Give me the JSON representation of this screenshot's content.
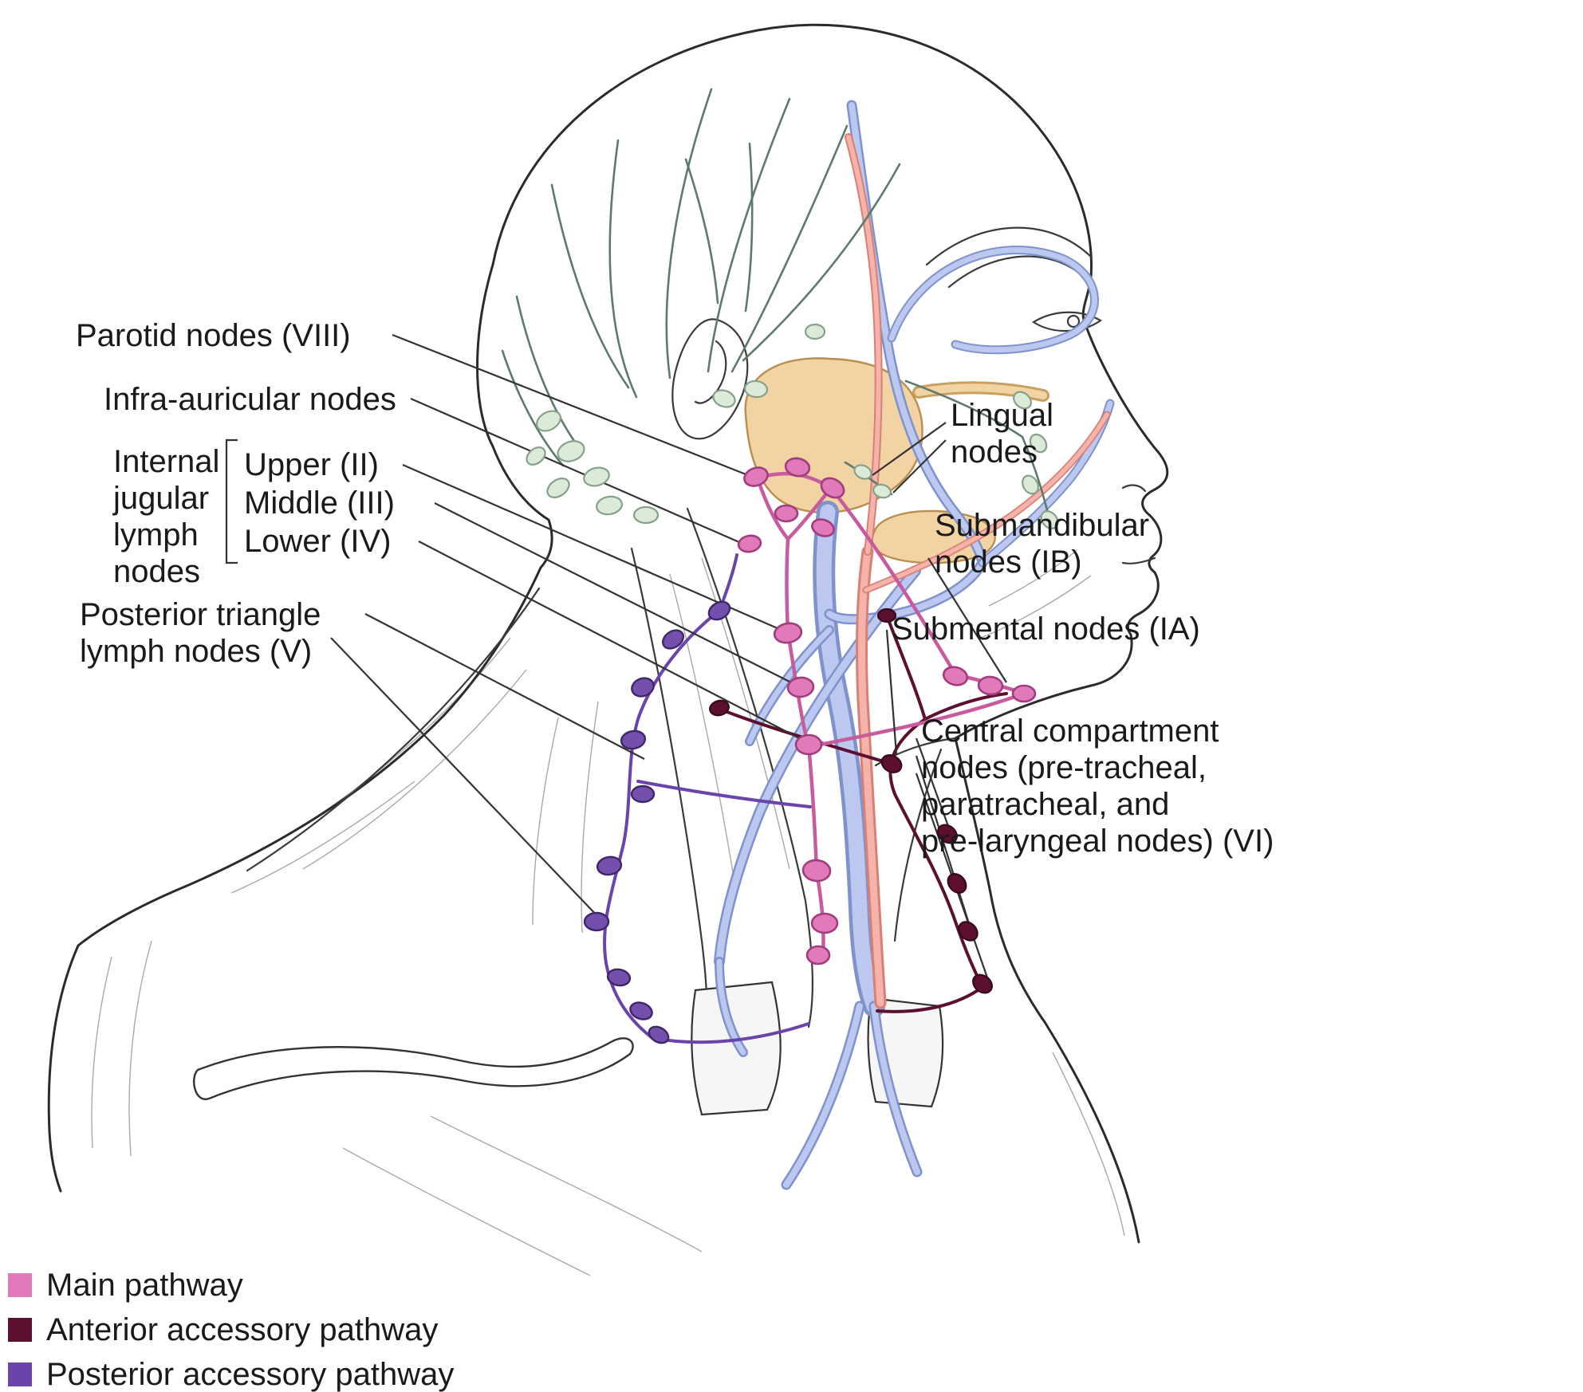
{
  "labels": {
    "parotid": "Parotid nodes (VIII)",
    "infra_auricular": "Infra-auricular nodes",
    "internal_jugular": {
      "group_lines": [
        "Internal",
        "jugular",
        "lymph",
        "nodes"
      ],
      "items": [
        "Upper (II)",
        "Middle (III)",
        "Lower (IV)"
      ]
    },
    "posterior_triangle": [
      "Posterior triangle",
      "lymph nodes (V)"
    ],
    "lingual": [
      "Lingual",
      "nodes"
    ],
    "submandibular": [
      "Submandibular",
      "nodes (IB)"
    ],
    "submental": "Submental nodes (IA)",
    "central_compartment": [
      "Central compartment",
      "nodes (pre-tracheal,",
      "paratracheal, and",
      "pre-laryngeal nodes) (VI)"
    ]
  },
  "legend": {
    "items": [
      {
        "label": "Main pathway",
        "color": "#e07ab8"
      },
      {
        "label": "Anterior accessory pathway",
        "color": "#5c0f2f"
      },
      {
        "label": "Posterior accessory pathway",
        "color": "#6b44ab"
      }
    ]
  },
  "colors": {
    "main_pathway": "#e07ab8",
    "anterior_accessory_pathway": "#5c0f2f",
    "posterior_accessory_pathway": "#6b44ab",
    "lymph_node_green": "#dcead8",
    "parotid_gland_tan": "#f2d4a4",
    "vein_blue": "#bcc8f0",
    "artery_red": "#f5b3a9",
    "outline": "#2b2b2b",
    "background": "#ffffff"
  }
}
